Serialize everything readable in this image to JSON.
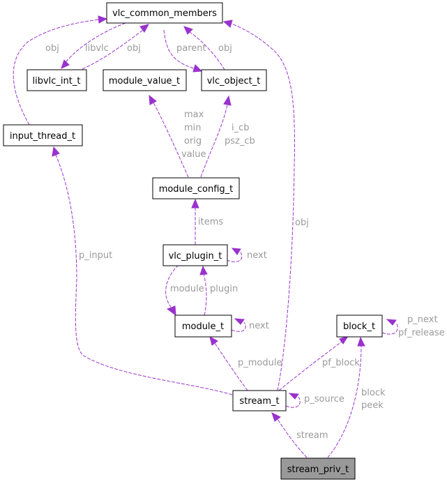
{
  "nodes": {
    "vlc_common_members": "vlc_common_members",
    "libvlc_int_t": "libvlc_int_t",
    "module_value_t": "module_value_t",
    "vlc_object_t": "vlc_object_t",
    "input_thread_t": "input_thread_t",
    "module_config_t": "module_config_t",
    "vlc_plugin_t": "vlc_plugin_t",
    "module_t": "module_t",
    "block_t": "block_t",
    "stream_t": "stream_t",
    "stream_priv_t": "stream_priv_t"
  },
  "edge_labels": {
    "input_obj": "obj",
    "libvlc_libvlc": "libvlc",
    "libvlc_obj": "obj",
    "vlcobj_parent": "parent",
    "vlcobj_obj": "obj",
    "config_max": "max",
    "config_min": "min",
    "config_orig": "orig",
    "config_value": "value",
    "config_i_cb": "i_cb",
    "config_psz_cb": "psz_cb",
    "plugin_items": "items",
    "plugin_next": "next",
    "plugin_module": "module",
    "module_plugin": "plugin",
    "module_next": "next",
    "stream_p_input": "p_input",
    "stream_obj": "obj",
    "block_p_next": "p_next",
    "block_pf_release": "pf_release",
    "stream_p_module": "p_module",
    "stream_pf_block": "pf_block",
    "stream_p_source": "p_source",
    "priv_block": "block",
    "priv_peek": "peek",
    "priv_stream": "stream"
  }
}
